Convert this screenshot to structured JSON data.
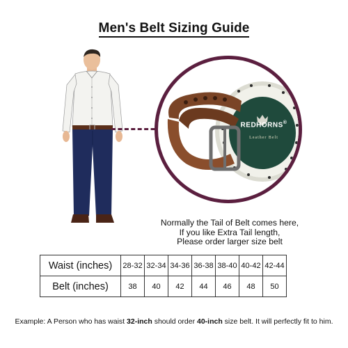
{
  "title": "Men's Belt Sizing Guide",
  "brand": {
    "name": "REDHORNS",
    "registered": "®",
    "tagline": "Leather Belt"
  },
  "note": {
    "line1": "Normally the Tail of Belt comes here,",
    "line2": "If you like Extra Tail length,",
    "line3": "Please order larger size belt"
  },
  "table": {
    "waist_label": "Waist (inches)",
    "belt_label": "Belt (inches)",
    "waist": [
      "28-32",
      "32-34",
      "34-36",
      "36-38",
      "38-40",
      "40-42",
      "42-44"
    ],
    "belt": [
      "38",
      "40",
      "42",
      "44",
      "46",
      "48",
      "50"
    ]
  },
  "example": {
    "part1": "Example: A Person who has waist ",
    "waist": "32-inch",
    "part2": " should order ",
    "belt": "40-inch",
    "part3": " size belt. It will perfectly fit to him."
  },
  "colors": {
    "accent": "#5b1f3f",
    "belt_leather": "#7a4426",
    "tin_green": "#1f4a3c",
    "shirt": "#f3f3f0",
    "trousers": "#1f2c5c"
  }
}
